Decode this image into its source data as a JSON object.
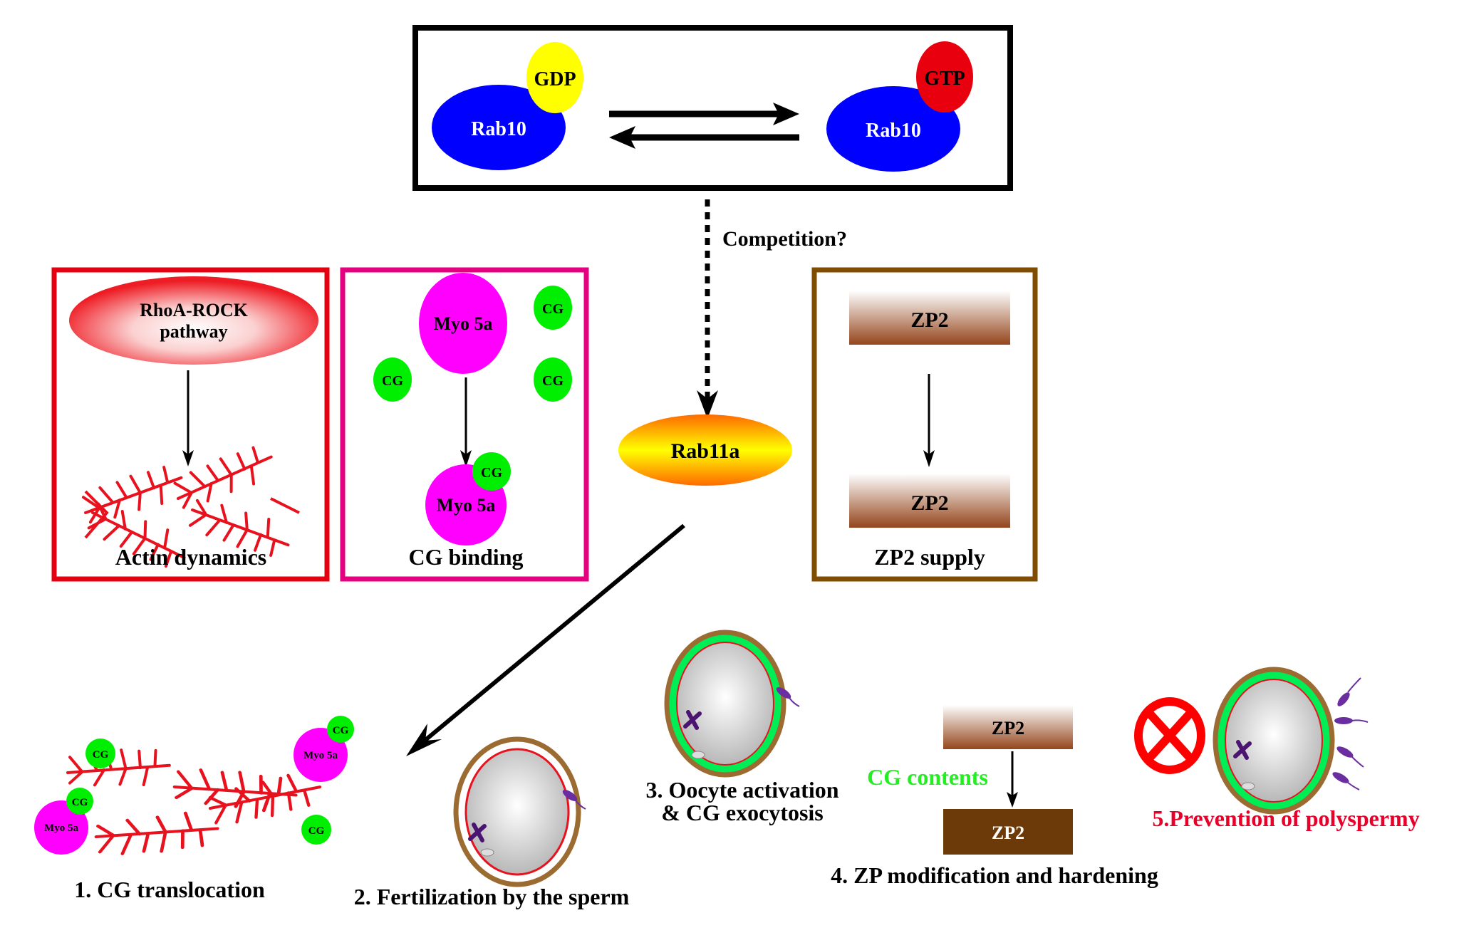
{
  "rab10_cycle": {
    "left": {
      "protein": "Rab10",
      "nucleotide": "GDP",
      "nucleotide_color": "#ffff00"
    },
    "right": {
      "protein": "Rab10",
      "nucleotide": "GTP",
      "nucleotide_color": "#e8000e"
    },
    "protein_color": "#0000ff"
  },
  "competition_label": "Competition?",
  "rab11a": {
    "label": "Rab11a"
  },
  "panels": {
    "actin": {
      "border_color": "#e4000f",
      "top_label_line1": "RhoA-ROCK",
      "top_label_line2": "pathway",
      "caption": "Actin dynamics"
    },
    "cg_binding": {
      "border_color": "#e4007f",
      "myo_label": "Myo 5a",
      "cg_label": "CG",
      "caption": "CG binding"
    },
    "zp2_supply": {
      "border_color": "#7f4c00",
      "top_box": "ZP2",
      "bottom_box": "ZP2",
      "caption": "ZP2 supply"
    }
  },
  "steps": {
    "step1": {
      "caption": "1. CG translocation",
      "myo_label": "Myo 5a",
      "cg_label": "CG"
    },
    "step2": {
      "caption": "2. Fertilization by the sperm"
    },
    "step3": {
      "caption_line1": "3. Oocyte activation",
      "caption_line2": "& CG exocytosis"
    },
    "step4": {
      "top_box": "ZP2",
      "bottom_box": "ZP2",
      "side_label": "CG contents",
      "side_label_color": "#22ee22",
      "caption": "4. ZP modification and hardening"
    },
    "step5": {
      "caption": "5.Prevention of polyspermy",
      "caption_color": "#e8002a"
    }
  }
}
